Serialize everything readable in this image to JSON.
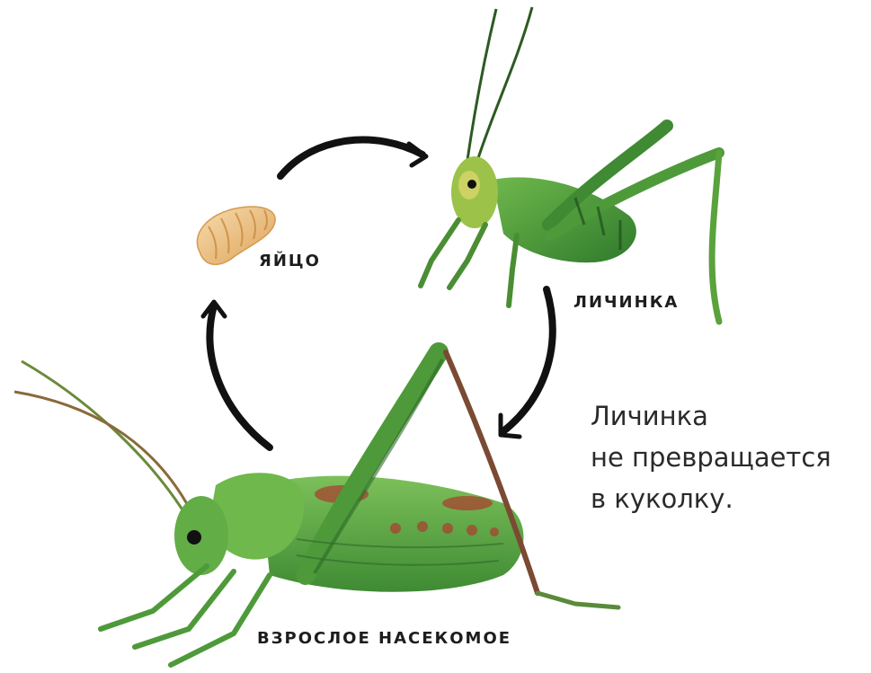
{
  "stages": {
    "egg": "ЯЙЦО",
    "larva": "ЛИЧИНКА",
    "adult": "ВЗРОСЛОЕ НАСЕКОМОЕ"
  },
  "note": {
    "line1": "Личинка",
    "line2": "не превращается",
    "line3": "в куколку."
  },
  "colors": {
    "arrow": "#111111",
    "insect_green": "#4e9a3a",
    "insect_dark": "#2f6b2a",
    "egg": "#e8b46a",
    "spots": "#a8432f"
  }
}
